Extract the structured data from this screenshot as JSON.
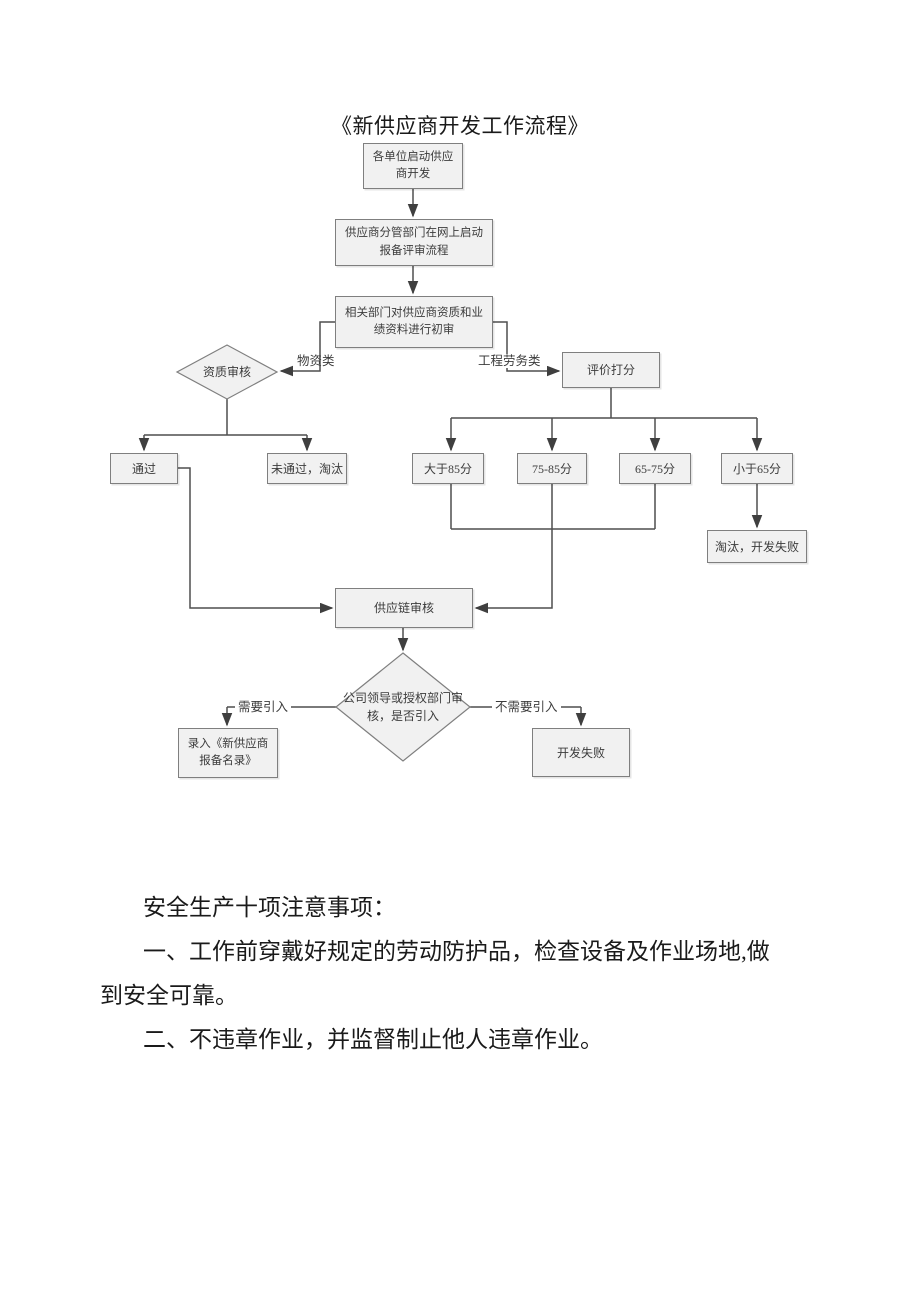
{
  "page": {
    "title": "《新供应商开发工作流程》"
  },
  "flowchart": {
    "nodes": {
      "start": "各单位启动供应商开发",
      "online_review": "供应商分管部门在网上启动报备评审流程",
      "preliminary_review": "相关部门对供应商资质和业绩资料进行初审",
      "qualification_review": "资质审核",
      "evaluation_scoring": "评价打分",
      "pass": "通过",
      "not_pass_eliminated": "未通过，淘汰",
      "above_85": "大于85分",
      "score_75_85": "75-85分",
      "score_65_75": "65-75分",
      "below_65": "小于65分",
      "eliminated_dev_failed": "淘汰，开发失败",
      "supply_chain_review": "供应链审核",
      "leader_review": "公司领导或授权部门审核，是否引入",
      "enter_directory": "录入《新供应商报备名录》",
      "dev_failed": "开发失败"
    },
    "edge_labels": {
      "material_category": "物资类",
      "engineering_labor_category": "工程劳务类",
      "need_introduce": "需要引入",
      "no_need_introduce": "不需要引入"
    }
  },
  "notes": {
    "heading": "安全生产十项注意事项：",
    "lines": [
      "一、工作前穿戴好规定的劳动防护品，检查设备及作业场地,做",
      "到安全可靠。",
      "二、不违章作业，并监督制止他人违章作业。"
    ]
  },
  "colors": {
    "node_fill": "#f1f1f1",
    "node_border": "#7f7f7f",
    "connector": "#4f4f4f",
    "text": "#3c3c3c"
  }
}
